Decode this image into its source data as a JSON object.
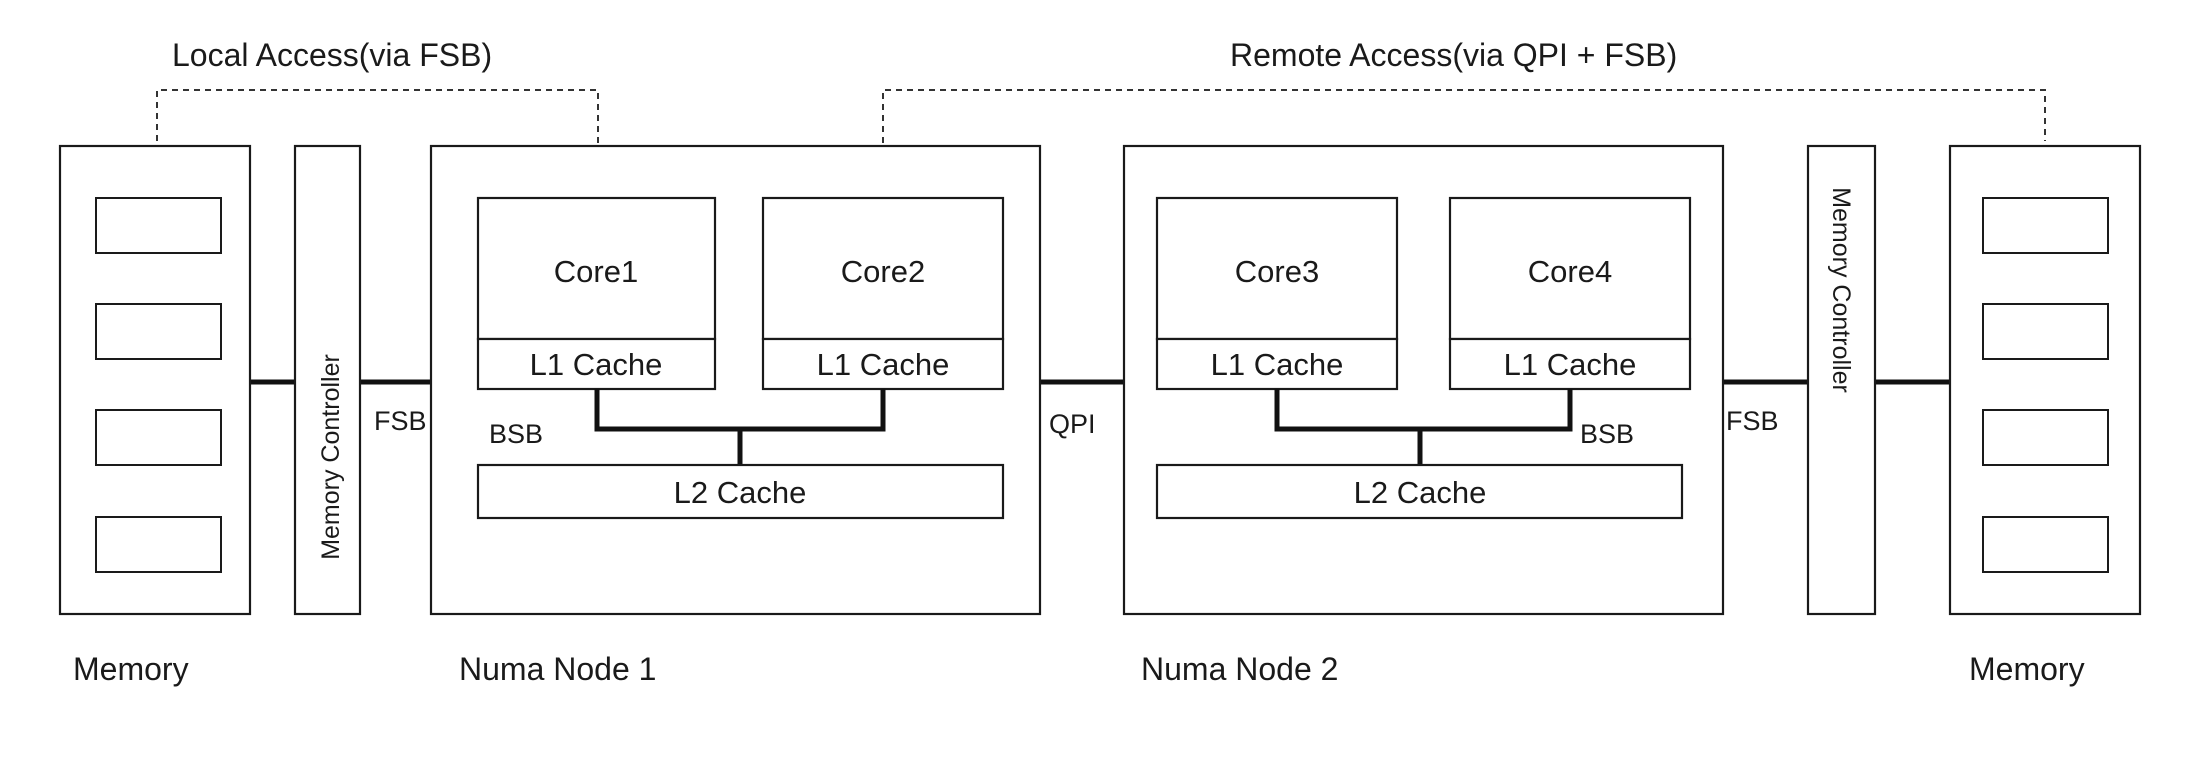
{
  "diagram": {
    "local_access_label": "Local Access(via FSB)",
    "remote_access_label": "Remote Access(via QPI + FSB)",
    "memory_left_label": "Memory",
    "memory_right_label": "Memory",
    "memory_controller_left_label": "Memory Controller",
    "memory_controller_right_label": "Memory Controller",
    "fsb_left_label": "FSB",
    "fsb_right_label": "FSB",
    "qpi_label": "QPI",
    "node1": {
      "label": "Numa Node 1",
      "core_a": "Core1",
      "core_b": "Core2",
      "l1_a": "L1 Cache",
      "l1_b": "L1 Cache",
      "l2": "L2 Cache",
      "bsb": "BSB"
    },
    "node2": {
      "label": "Numa Node 2",
      "core_a": "Core3",
      "core_b": "Core4",
      "l1_a": "L1 Cache",
      "l1_b": "L1 Cache",
      "l2": "L2 Cache",
      "bsb": "BSB"
    }
  }
}
